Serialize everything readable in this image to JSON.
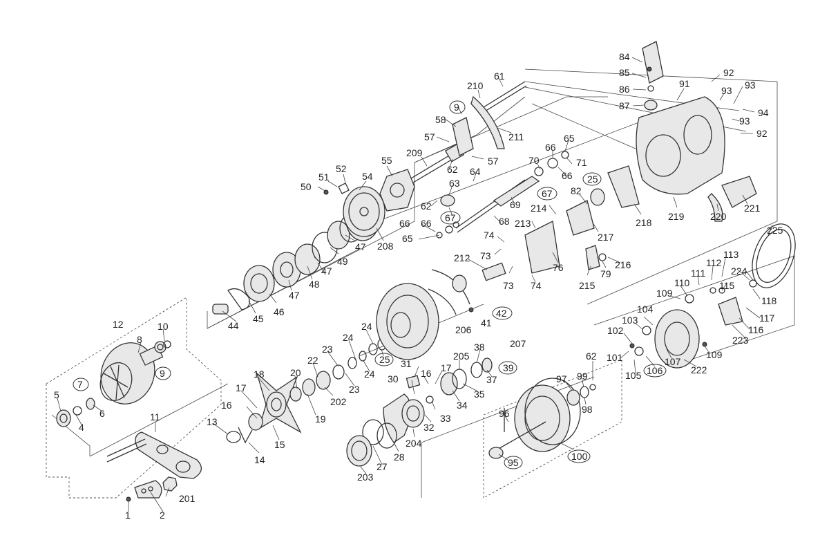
{
  "labels": {
    "l1": "1",
    "l2": "2",
    "l4": "4",
    "l5": "5",
    "l6": "6",
    "l7": "7",
    "l8": "8",
    "l9a": "9",
    "l10": "10",
    "l11": "11",
    "l12": "12",
    "l13": "13",
    "l14": "14",
    "l15": "15",
    "l16a": "16",
    "l17a": "17",
    "l18": "18",
    "l19": "19",
    "l20": "20",
    "l22": "22",
    "l23a": "23",
    "l23b": "23",
    "l24a": "24",
    "l24b": "24",
    "l24c": "24",
    "l25a": "25",
    "l25b": "25",
    "l27": "27",
    "l28": "28",
    "l30": "30",
    "l31": "31",
    "l32": "32",
    "l33": "33",
    "l34": "34",
    "l35": "35",
    "l16b": "16",
    "l17b": "17",
    "l37": "37",
    "l38": "38",
    "l39": "39",
    "l41": "41",
    "l42": "42",
    "l44": "44",
    "l45": "45",
    "l46": "46",
    "l47a": "47",
    "l47b": "47",
    "l47c": "47",
    "l48": "48",
    "l49": "49",
    "l50": "50",
    "l51": "51",
    "l52": "52",
    "l54": "54",
    "l55": "55",
    "l57a": "57",
    "l57b": "57",
    "l58": "58",
    "l9b": "9",
    "l61": "61",
    "l62a": "62",
    "l62b": "62",
    "l63": "63",
    "l64": "64",
    "l65a": "65",
    "l65b": "65",
    "l66a": "66",
    "l66b": "66",
    "l66c": "66",
    "l66d": "66",
    "l67a": "67",
    "l67b": "67",
    "l68": "68",
    "l69": "69",
    "l70": "70",
    "l71": "71",
    "l73a": "73",
    "l73b": "73",
    "l74a": "74",
    "l74b": "74",
    "l76": "76",
    "l79": "79",
    "l82": "82",
    "l84": "84",
    "l85": "85",
    "l86": "86",
    "l87": "87",
    "l91": "91",
    "l92a": "92",
    "l92b": "92",
    "l93a": "93",
    "l93b": "93",
    "l93c": "93",
    "l94": "94",
    "l95": "95",
    "l96": "96",
    "l97": "97",
    "l98": "98",
    "l99": "99",
    "l100": "100",
    "l101": "101",
    "l102": "102",
    "l103": "103",
    "l104": "104",
    "l105": "105",
    "l106": "106",
    "l107": "107",
    "l109a": "109",
    "l109b": "109",
    "l110": "110",
    "l111": "111",
    "l112": "112",
    "l113": "113",
    "l115": "115",
    "l116": "116",
    "l117": "117",
    "l118": "118",
    "l201": "201",
    "l202": "202",
    "l203": "203",
    "l204": "204",
    "l205": "205",
    "l206": "206",
    "l207": "207",
    "l208": "208",
    "l209": "209",
    "l210": "210",
    "l211": "211",
    "l212": "212",
    "l213": "213",
    "l214": "214",
    "l215": "215",
    "l216": "216",
    "l217": "217",
    "l218": "218",
    "l219": "219",
    "l220": "220",
    "l221": "221",
    "l222": "222",
    "l223": "223",
    "l224": "224",
    "l225": "225",
    "l62c": "62"
  },
  "colors": {
    "line": "#333333",
    "fill": "#e8e8e8",
    "background": "#ffffff"
  }
}
